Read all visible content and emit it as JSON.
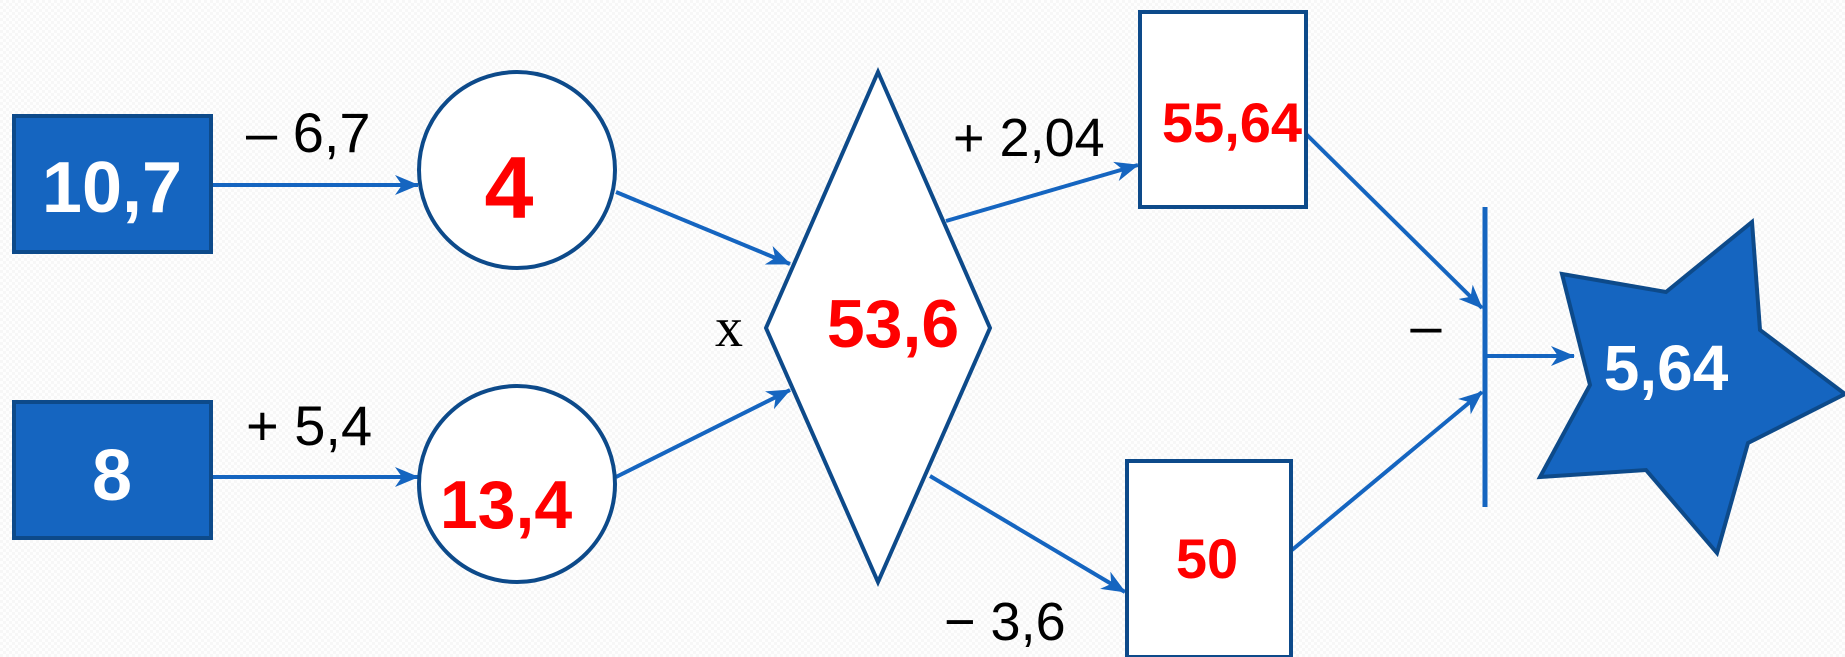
{
  "colors": {
    "primary_blue": "#1565c0",
    "stroke_blue": "#0d4a8a",
    "value_red": "#ff0000",
    "label_black": "#000000",
    "white": "#ffffff"
  },
  "inputs": {
    "top_value": "10,7",
    "bottom_value": "8"
  },
  "operations": {
    "top_input_op": "– 6,7",
    "bottom_input_op": "+ 5,4",
    "multiply": "x",
    "upper_branch_op": "+ 2,04",
    "lower_branch_op": "− 3,6",
    "subtract": "–"
  },
  "intermediates": {
    "top_circle": "4",
    "bottom_circle": "13,4",
    "diamond": "53,6",
    "upper_box": "55,64",
    "lower_box": "50"
  },
  "result": {
    "star_value": "5,64"
  }
}
